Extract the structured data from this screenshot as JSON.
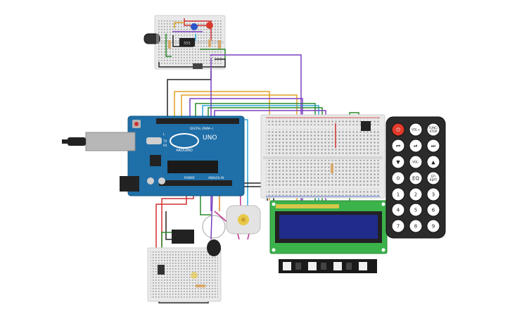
{
  "arduino": {
    "brand": "ARDUINO",
    "model": "UNO",
    "digital_header": "DIGITAL (PWM~)",
    "power_header": "POWER",
    "analog_header": "ANALOG IN",
    "tx_label": "TX",
    "rx_label": "RX",
    "l_label": "L"
  },
  "small_board": {
    "ic_label": "555"
  },
  "remote": {
    "buttons": [
      "⏻",
      "VOL+",
      "FUNC/\nSTOP",
      "⏮",
      "⏯",
      "⏭",
      "▼",
      "VOL-",
      "▲",
      "0",
      "EQ",
      "ST/\nREPT",
      "1",
      "2",
      "3",
      "4",
      "5",
      "6",
      "7",
      "8",
      "9"
    ]
  },
  "colors": {
    "arduino_blue": "#1f6fa8",
    "breadboard": "#e9e9e9",
    "lcd_green": "#3bb24a",
    "lcd_screen": "#1f2c8a",
    "remote_body": "#2b2b2b",
    "power_button": "#e23a2b"
  }
}
